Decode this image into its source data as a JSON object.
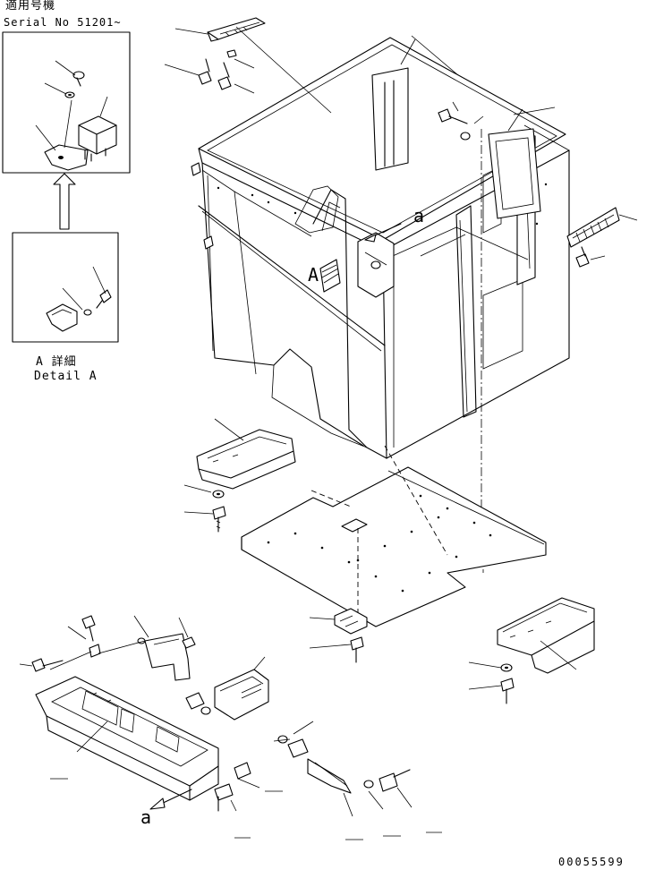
{
  "header": {
    "applicable_label": "適用号機",
    "serial_label": "Serial No 51201~"
  },
  "detail": {
    "label_jp": "A 詳細",
    "label_en": "Detail A"
  },
  "view_labels": {
    "a_top": "a",
    "a_bottom": "a",
    "A_marker": "A"
  },
  "footer": {
    "drawing_number": "00055599"
  }
}
